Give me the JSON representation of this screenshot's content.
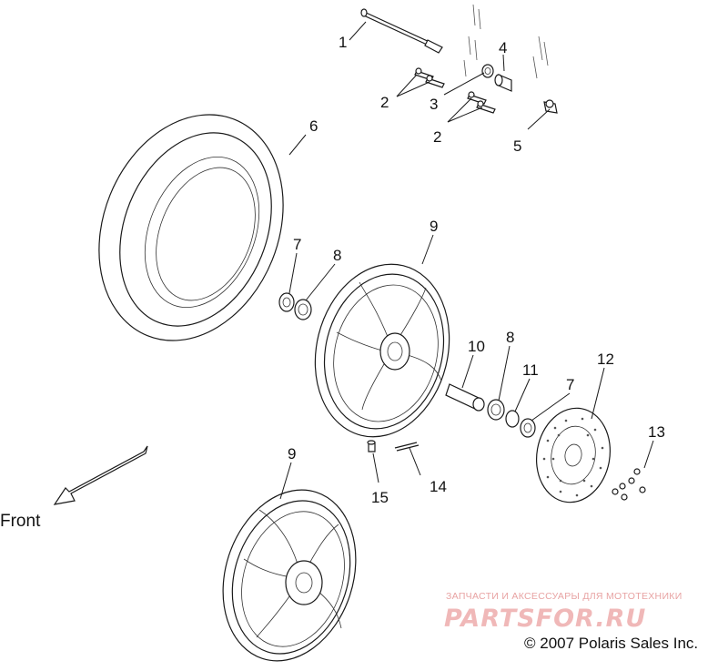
{
  "callouts": {
    "c1": "1",
    "c2a": "2",
    "c2b": "2",
    "c3": "3",
    "c4": "4",
    "c5": "5",
    "c6": "6",
    "c7a": "7",
    "c7b": "7",
    "c8a": "8",
    "c8b": "8",
    "c9a": "9",
    "c9b": "9",
    "c10": "10",
    "c11": "11",
    "c12": "12",
    "c13": "13",
    "c14": "14",
    "c15": "15"
  },
  "front_label": "Front",
  "watermark": {
    "small": "ЗАПЧАСТИ И АКСЕССУАРЫ ДЛЯ МОТОТЕХНИКИ",
    "big": "PARTSFOR.RU"
  },
  "copyright": "© 2007 Polaris Sales Inc."
}
